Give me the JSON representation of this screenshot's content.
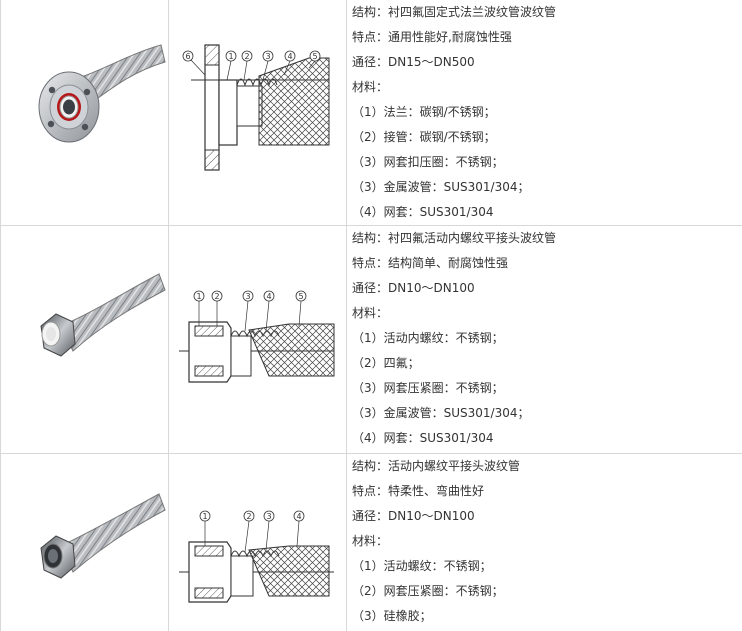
{
  "rows": [
    {
      "structure": "结构：衬四氟固定式法兰波纹管波纹管",
      "feature": "特点：通用性能好,耐腐蚀性强",
      "diameter": "通径：DN15～DN500",
      "material_title": "材料：",
      "materials": [
        "（1）法兰：碳钢/不锈钢；",
        "（2）接管：碳钢/不锈钢；",
        "（3）网套扣压圈：不锈钢；",
        "（3）金属波管：SUS301/304；",
        "（4）网套：SUS301/304"
      ],
      "callouts": [
        "6",
        "1",
        "2",
        "3",
        "4",
        "5"
      ]
    },
    {
      "structure": "结构：衬四氟活动内螺纹平接头波纹管",
      "feature": "特点：结构简单、耐腐蚀性强",
      "diameter": "通径：DN10～DN100",
      "material_title": "材料：",
      "materials": [
        "（1）活动内螺纹：不锈钢；",
        "（2）四氟；",
        "（3）网套压紧圈：不锈钢；",
        "（3）金属波管：SUS301/304；",
        "（4）网套：SUS301/304"
      ],
      "callouts": [
        "1",
        "2",
        "3",
        "4",
        "5"
      ]
    },
    {
      "structure": "结构：活动内螺纹平接头波纹管",
      "feature": "特点：特柔性、弯曲性好",
      "diameter": "通径：DN10～DN100",
      "material_title": "材料：",
      "materials": [
        "（1）活动螺纹：不锈钢；",
        "（2）网套压紧圈：不锈钢；",
        "（3）硅橡胶；"
      ],
      "callouts": [
        "1",
        "2",
        "3",
        "4"
      ]
    }
  ]
}
